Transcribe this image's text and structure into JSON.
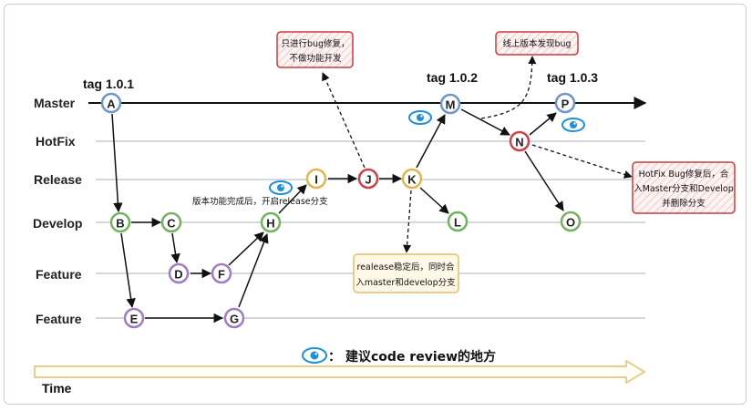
{
  "lanes": {
    "master": "Master",
    "hotfix": "HotFix",
    "release": "Release",
    "develop": "Develop",
    "feature1": "Feature",
    "feature2": "Feature"
  },
  "tags": {
    "t1": "tag 1.0.1",
    "t2": "tag 1.0.2",
    "t3": "tag 1.0.3"
  },
  "nodes": {
    "A": "A",
    "B": "B",
    "C": "C",
    "D": "D",
    "E": "E",
    "F": "F",
    "G": "G",
    "H": "H",
    "I": "I",
    "J": "J",
    "K": "K",
    "L": "L",
    "M": "M",
    "N": "N",
    "O": "O",
    "P": "P"
  },
  "notes": {
    "bugfix_line1": "只进行bug修复，",
    "bugfix_line2": "不做功能开发",
    "online_bug": "线上版本发现bug",
    "hotfix_line1": "HotFix Bug修复后，合",
    "hotfix_line2": "入Master分支和Develop",
    "hotfix_line3": "并删除分支",
    "release_line1": "realease稳定后，同时合",
    "release_line2": "入master和develop分支",
    "feature_done": "版本功能完成后，开启release分支"
  },
  "legend": {
    "colon": "：",
    "text": "建议code review的地方",
    "icon": "eye-icon"
  },
  "time": {
    "label": "Time"
  },
  "colors": {
    "master": "#6f95c9",
    "develop": "#74b25f",
    "feature": "#a07cc3",
    "release": "#e0b64e",
    "hotfix": "#c8434b",
    "eye": "#1f8fd6",
    "note_stroke": "#c83c3c",
    "time_arrow": "#e6cf8e"
  }
}
